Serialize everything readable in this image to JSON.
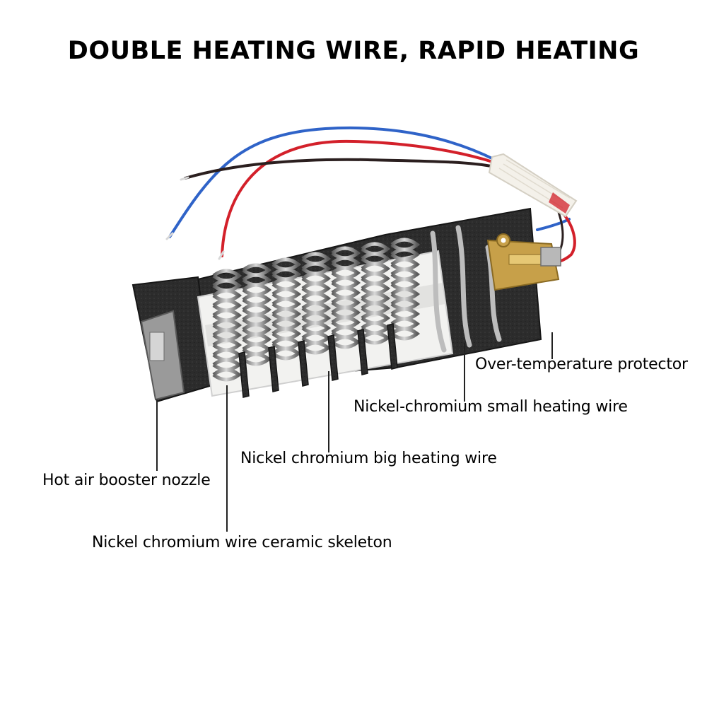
{
  "title": "DOUBLE HEATING WIRE, RAPID HEATING",
  "callouts": {
    "protector": "Over-temperature protector",
    "small_wire": "Nickel-chromium small heating wire",
    "big_wire": "Nickel chromium big heating wire",
    "nozzle": "Hot air booster nozzle",
    "skeleton": "Nickel chromium wire ceramic skeleton"
  },
  "colors": {
    "mica": "#2a2a2a",
    "ceramic": "#f2f2f0",
    "coil": "#8c8c8c",
    "wire_blue": "#2f63c8",
    "wire_red": "#d3202a",
    "wire_black": "#2b1f1f",
    "brass": "#c7a049",
    "sleeve": "#f4f1ea"
  }
}
